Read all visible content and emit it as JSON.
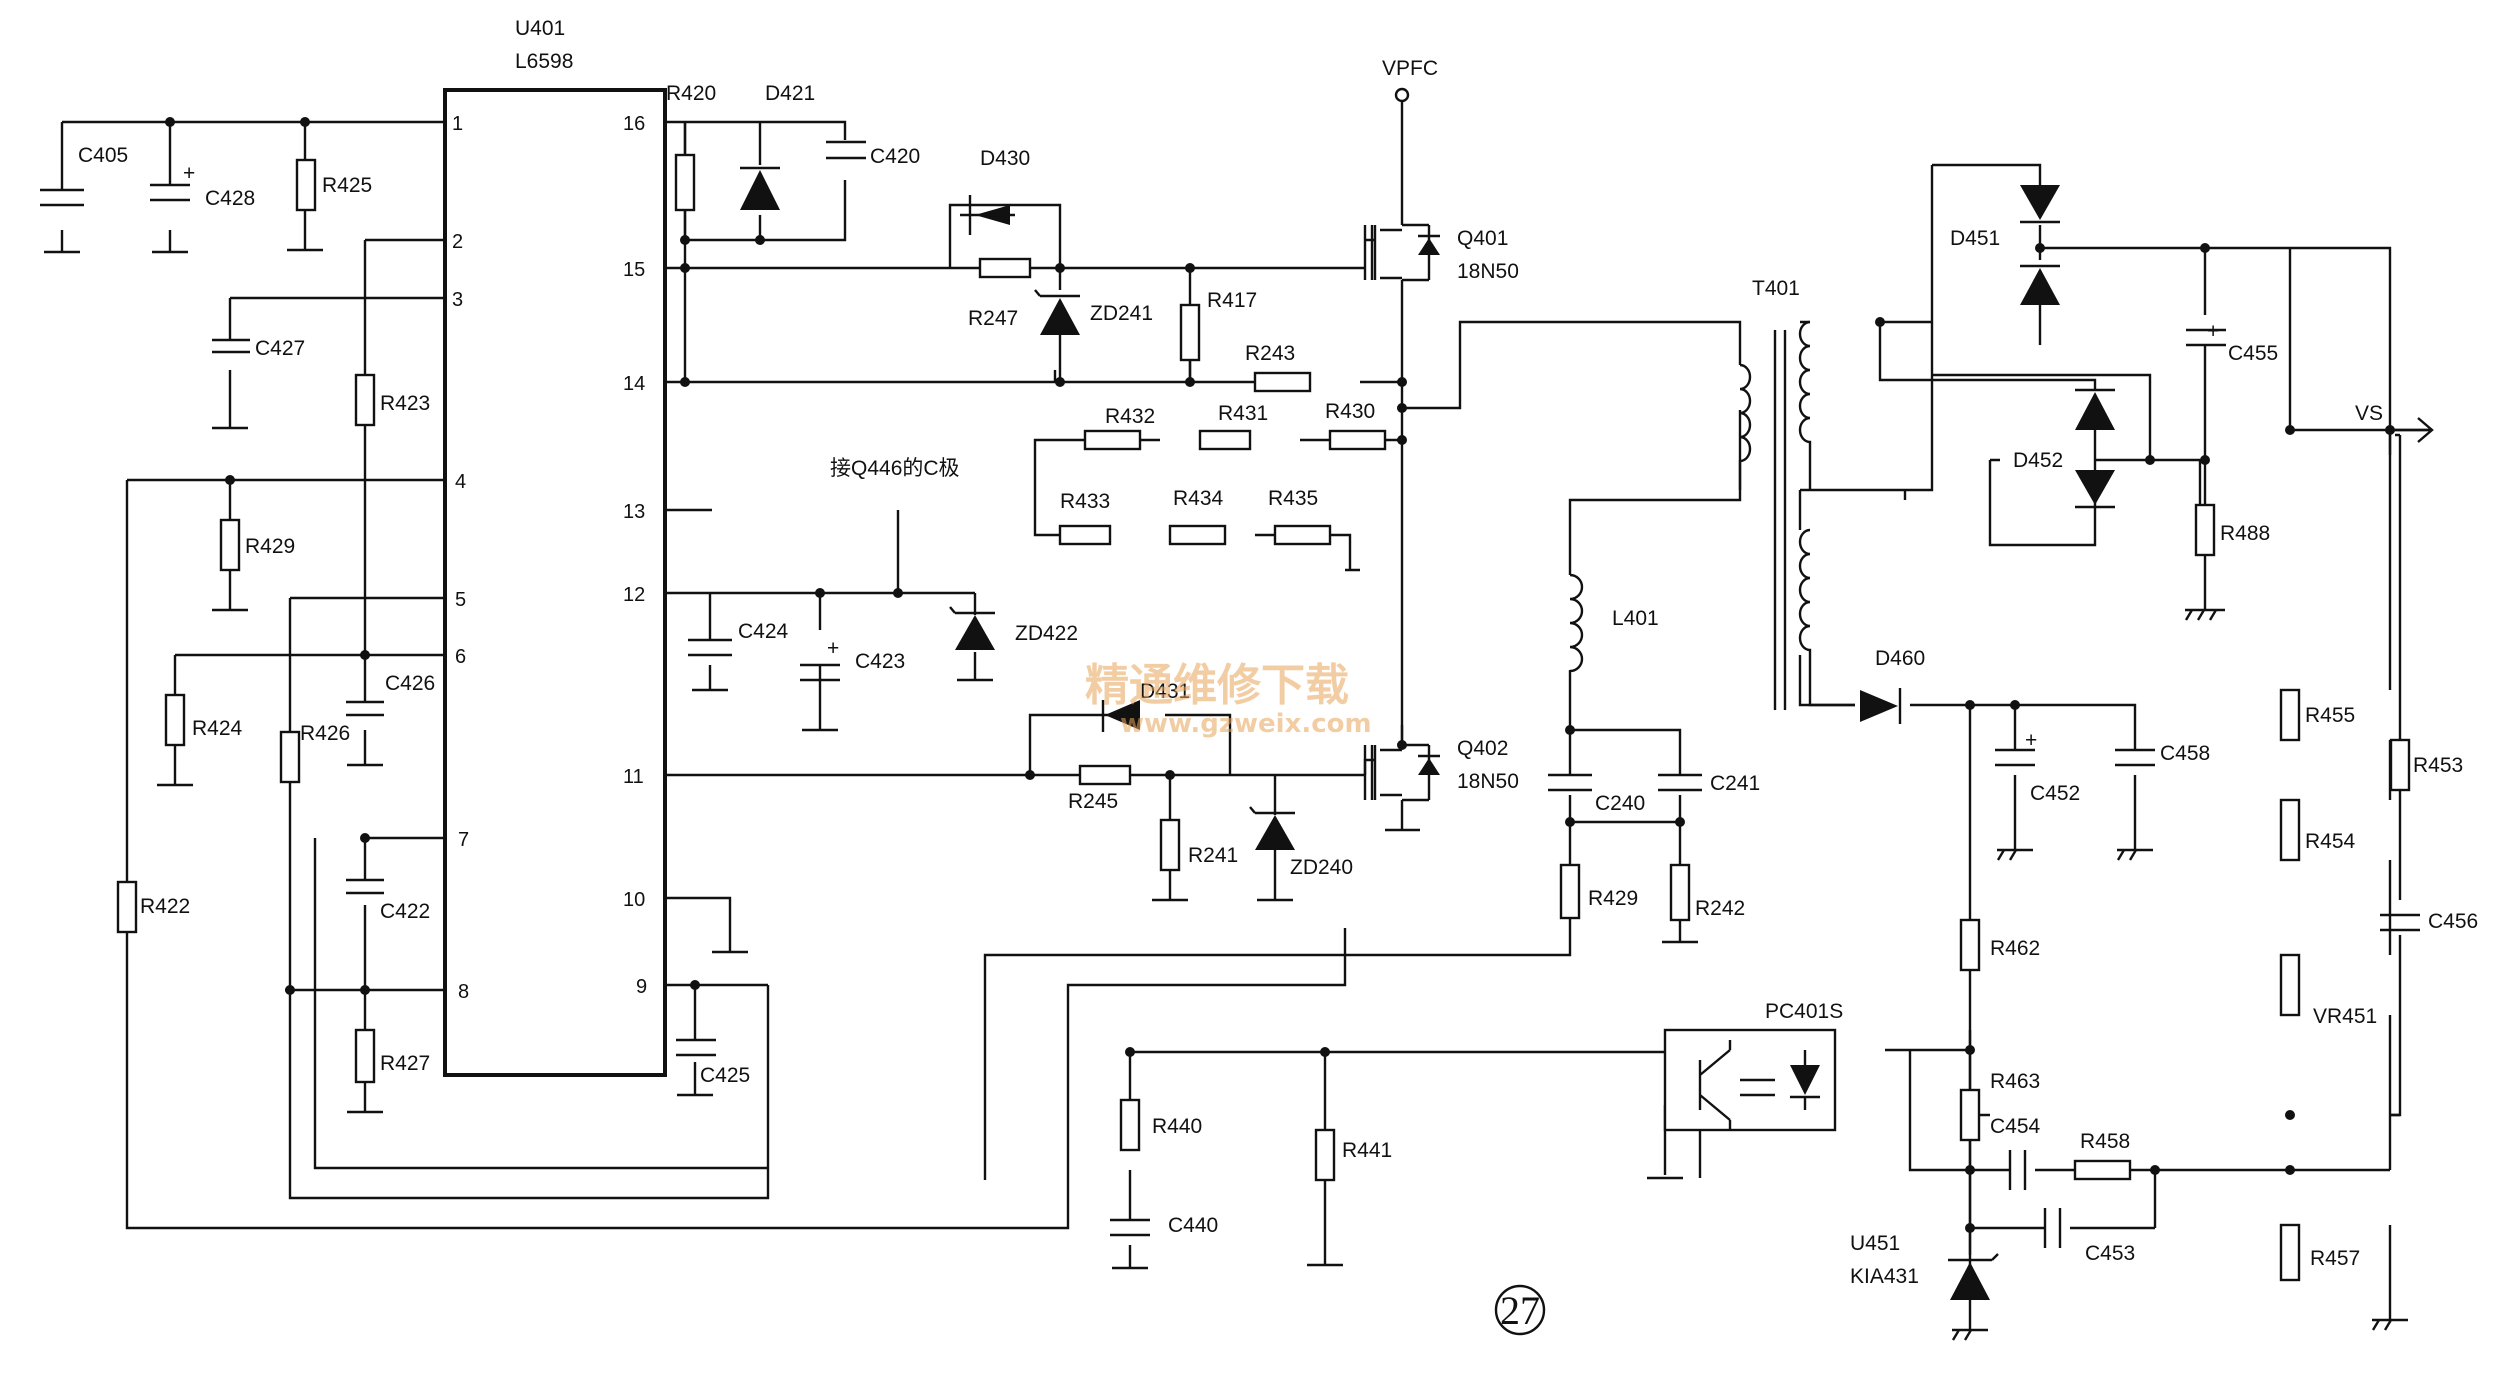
{
  "ic": {
    "ref": "U401",
    "part": "L6598",
    "pins": [
      "1",
      "2",
      "3",
      "4",
      "5",
      "6",
      "7",
      "8",
      "9",
      "10",
      "11",
      "12",
      "13",
      "14",
      "15",
      "16"
    ]
  },
  "mosfets": [
    {
      "ref": "Q401",
      "part": "18N50"
    },
    {
      "ref": "Q402",
      "part": "18N50"
    }
  ],
  "optocoupler": "PC401S",
  "regulator": {
    "ref": "U451",
    "part": "KIA431"
  },
  "transformer": "T401",
  "inductor": "L401",
  "nets": {
    "vpfc": "VPFC",
    "vs": "VS"
  },
  "note": "接Q446的C极",
  "page_number": "27",
  "watermark": {
    "cn": "精通维修下载",
    "url": "www.gzweix.com"
  },
  "resistors": [
    "R420",
    "R425",
    "R423",
    "R429",
    "R424",
    "R426",
    "R422",
    "R427",
    "R247",
    "R417",
    "R243",
    "R432",
    "R431",
    "R430",
    "R433",
    "R434",
    "R435",
    "R245",
    "R241",
    "R429",
    "R242",
    "R440",
    "R441",
    "R488",
    "R455",
    "R454",
    "R453",
    "VR451",
    "R462",
    "R463",
    "R458",
    "R457"
  ],
  "capacitors": [
    "C405",
    "C428",
    "C427",
    "C426",
    "C422",
    "C420",
    "C424",
    "C423",
    "C425",
    "C240",
    "C241",
    "C440",
    "C455",
    "C452",
    "C458",
    "C456",
    "C454",
    "C453"
  ],
  "diodes": [
    "D421",
    "D430",
    "ZD241",
    "ZD422",
    "D431",
    "ZD240",
    "D451",
    "D452",
    "D460"
  ]
}
